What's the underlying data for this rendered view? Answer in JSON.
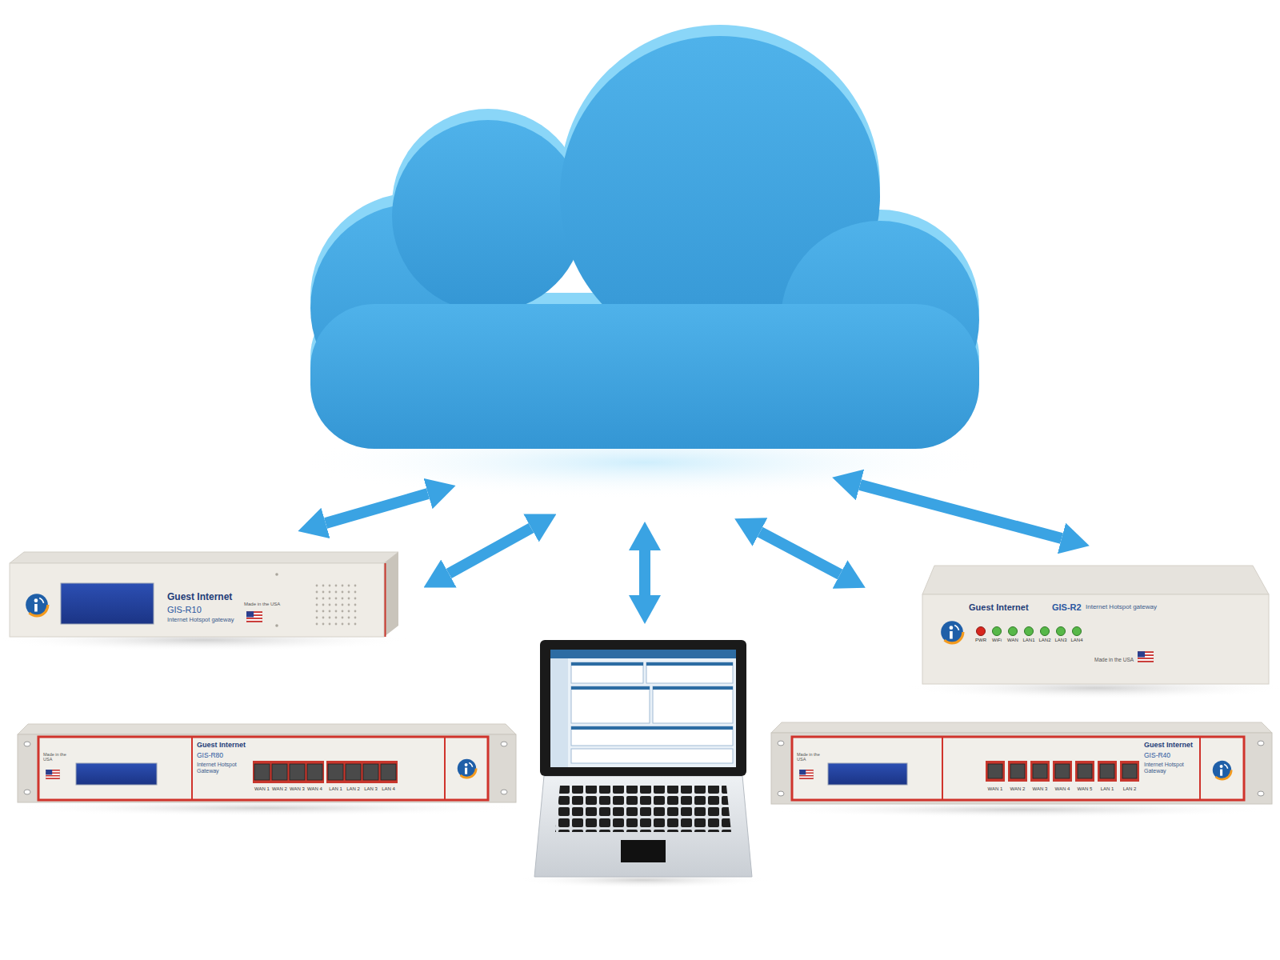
{
  "diagram": {
    "nodes": [
      {
        "text": [
          "Guest Internet",
          "GIS-R10",
          "Internet Hotspot gateway",
          "Made in the USA"
        ]
      },
      {
        "text": [
          "Guest Internet",
          "GIS-R2",
          "Internet Hotspot gateway",
          "Made in the USA"
        ]
      },
      {
        "text": [
          "Made in the USA",
          "Guest Internet",
          "GIS-R80",
          "Internet Hotspot Gateway"
        ]
      },
      {
        "text": [
          "Made in the USA",
          "Guest Internet",
          "GIS-R40",
          "Internet Hotspot Gateway"
        ]
      }
    ],
    "labels": [
      "PWR",
      "WiFi",
      "WAN",
      "LAN1",
      "LAN2",
      "LAN3",
      "LAN4",
      "WAN 1",
      "WAN 2",
      "WAN 3",
      "WAN 4",
      "LAN 1",
      "LAN 2",
      "LAN 3",
      "LAN 4",
      "WAN 1",
      "WAN 2",
      "WAN 3",
      "WAN 4",
      "WAN 5",
      "LAN 1",
      "LAN 2"
    ]
  }
}
